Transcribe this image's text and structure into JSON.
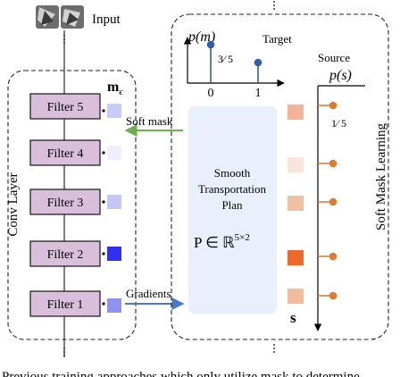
{
  "input": {
    "label": "Input"
  },
  "conv_layer": {
    "label": "Conv Layer",
    "mask_symbol": "m",
    "mask_subscript": "ϵ",
    "filters": [
      {
        "label": "Filter 5",
        "mask_color": "#c9ccf6"
      },
      {
        "label": "Filter 4",
        "mask_color": "#eeeffc"
      },
      {
        "label": "Filter 3",
        "mask_color": "#c3c6f7"
      },
      {
        "label": "Filter 2",
        "mask_color": "#3030f0"
      },
      {
        "label": "Filter 1",
        "mask_color": "#8f93f0"
      }
    ]
  },
  "arrows": {
    "soft_mask": "Soft mask",
    "gradients": "Gradients"
  },
  "soft_mask_learning": {
    "label": "Soft Mask Learning",
    "target": {
      "label": "Target",
      "axis_label": "p(m)",
      "stems": [
        {
          "x": "0",
          "value_label": "3⁄ 5"
        },
        {
          "x": "1",
          "value_label": ""
        }
      ]
    },
    "plan": {
      "title_lines": [
        "Smooth",
        "Transportation",
        "Plan"
      ],
      "formula": "P ∈ ℝ",
      "formula_exponent": "5×2"
    },
    "source": {
      "label": "Source",
      "axis_label": "p(s)",
      "first_value_label": "1⁄ 5",
      "s_symbol": "s",
      "s_colors": [
        "#f3b596",
        "#fbe4da",
        "#f1bfa2",
        "#ec6a2a",
        "#f3bd9c"
      ]
    }
  },
  "caption_fragment": "Previous training approaches which only utilize mask to determine"
}
